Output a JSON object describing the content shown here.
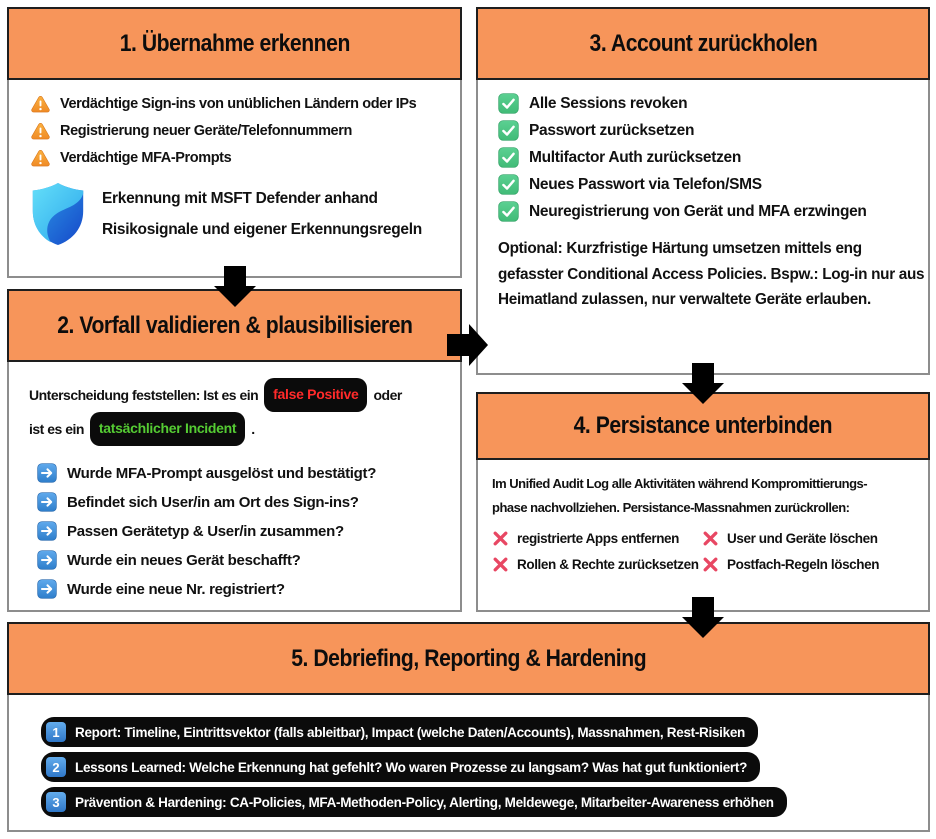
{
  "colors": {
    "header_orange": "#F7955A",
    "header_border": "#1E1E1E",
    "body_border": "#8D8D8D",
    "pill_black": "#0B0B0B",
    "badge_red_text": "#FF2A2A",
    "badge_green_text": "#55CC33",
    "check_green": "#4EC787",
    "bullet_blue": "#3D8FE0",
    "cross_pink": "#E84763",
    "warning_orange": "#F5A036",
    "number_badge_blue": "#3B82D4",
    "arrow_black": "#000000"
  },
  "box1": {
    "title": "1. Übernahme erkennen",
    "warnings": [
      "Verdächtige Sign-ins von unüblichen Ländern oder IPs",
      "Registrierung neuer Geräte/Telefonnummern",
      "Verdächtige MFA-Prompts"
    ],
    "defender_line1": "Erkennung mit MSFT Defender anhand",
    "defender_line2": "Risikosignale und eigener Erkennungsregeln"
  },
  "box2": {
    "title": "2. Vorfall validieren & plausibilisieren",
    "intro": {
      "part1": "Unterscheidung feststellen: Ist es ein",
      "badge_false": "false Positive",
      "part2": "oder",
      "part3": "ist es ein",
      "badge_incident": "tatsächlicher Incident",
      "part4": "."
    },
    "questions": [
      "Wurde MFA-Prompt ausgelöst und bestätigt?",
      "Befindet sich User/in am Ort des Sign-ins?",
      "Passen Gerätetyp & User/in zusammen?",
      "Wurde ein neues Gerät beschafft?",
      "Wurde eine neue Nr. registriert?"
    ]
  },
  "box3": {
    "title": "3. Account zurückholen",
    "checklist": [
      "Alle Sessions revoken",
      "Passwort zurücksetzen",
      "Multifactor Auth zurücksetzen",
      "Neues Passwort via Telefon/SMS",
      "Neuregistrierung von Gerät und MFA erzwingen"
    ],
    "optional_note": "Optional: Kurzfristige Härtung umsetzen mittels eng gefasster Conditional Access Policies. Bspw.: Log-in nur aus Heimatland zulassen, nur verwaltete Geräte erlauben."
  },
  "box4": {
    "title": "4. Persistance unterbinden",
    "intro_line1": "Im Unified Audit Log alle Aktivitäten während Kompromittierungs-",
    "intro_line2": "phase nachvollziehen. Persistance-Massnahmen zurückrollen:",
    "actions": [
      "registrierte Apps entfernen",
      "User und Geräte löschen",
      "Rollen & Rechte zurücksetzen",
      "Postfach-Regeln löschen"
    ]
  },
  "box5": {
    "title": "5. Debriefing, Reporting & Hardening",
    "items": [
      {
        "num": "1",
        "text": "Report: Timeline, Eintrittsvektor (falls ableitbar), Impact (welche Daten/Accounts), Massnahmen, Rest-Risiken"
      },
      {
        "num": "2",
        "text": "Lessons Learned: Welche Erkennung hat gefehlt? Wo waren Prozesse zu langsam? Was hat gut funktioniert?"
      },
      {
        "num": "3",
        "text": "Prävention & Hardening: CA-Policies, MFA-Methoden-Policy, Alerting, Meldewege, Mitarbeiter-Awareness erhöhen"
      }
    ]
  }
}
